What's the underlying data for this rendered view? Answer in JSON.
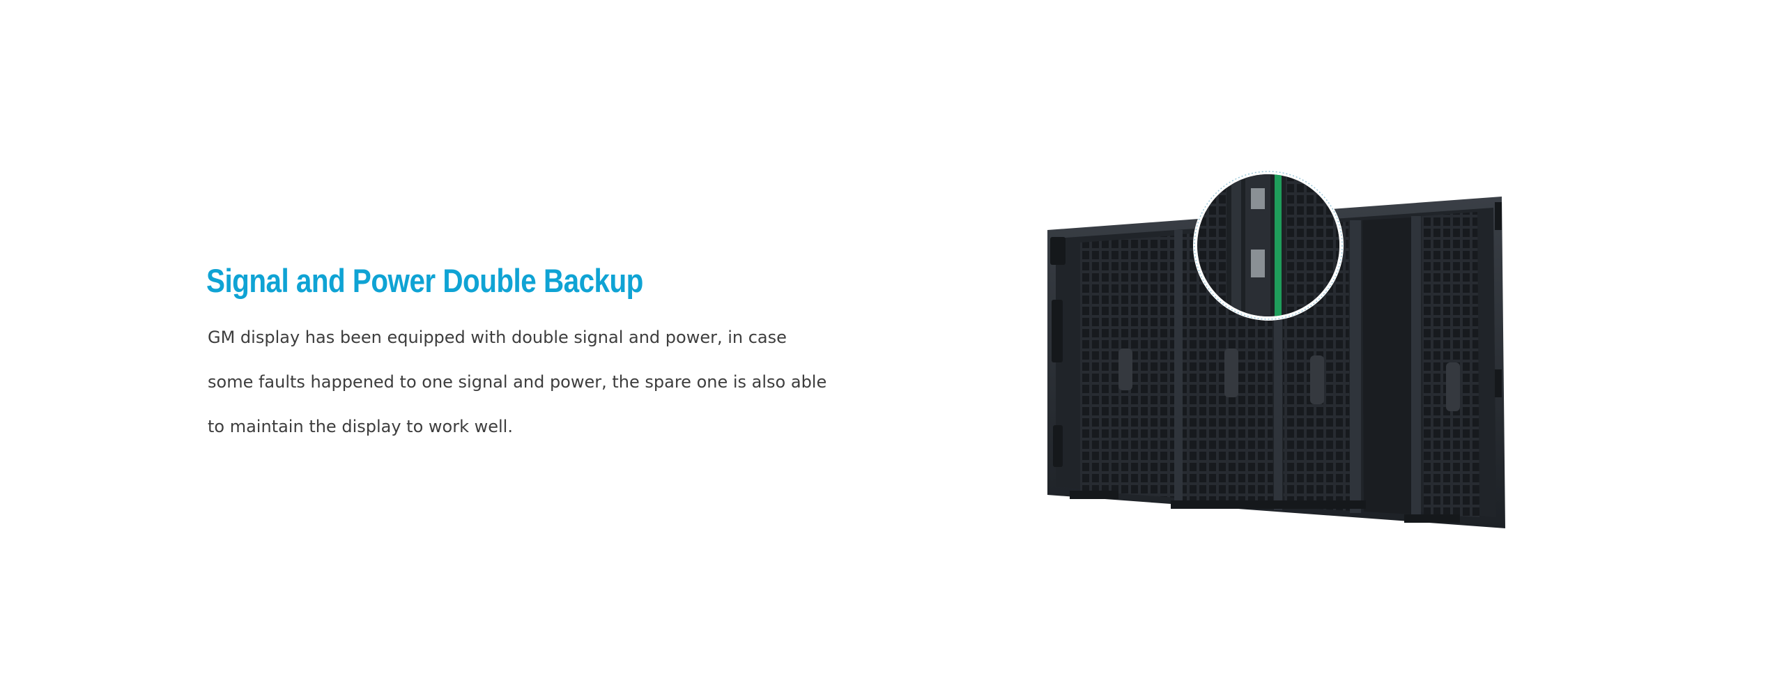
{
  "feature": {
    "title": "Signal and Power Double Backup",
    "description": "GM display has been equipped with double signal and power, in case some faults happened to one signal and power, the spare one is also able to maintain the display to work well."
  },
  "colors": {
    "title": "#0fa3d4",
    "body_text": "#3d3d3d",
    "background": "#ffffff",
    "cabinet": "#23272c",
    "board_accent": "#1f9d5b"
  },
  "image": {
    "subject": "led-cabinet-rear-view",
    "callout": "magnified-signal-power-module"
  }
}
